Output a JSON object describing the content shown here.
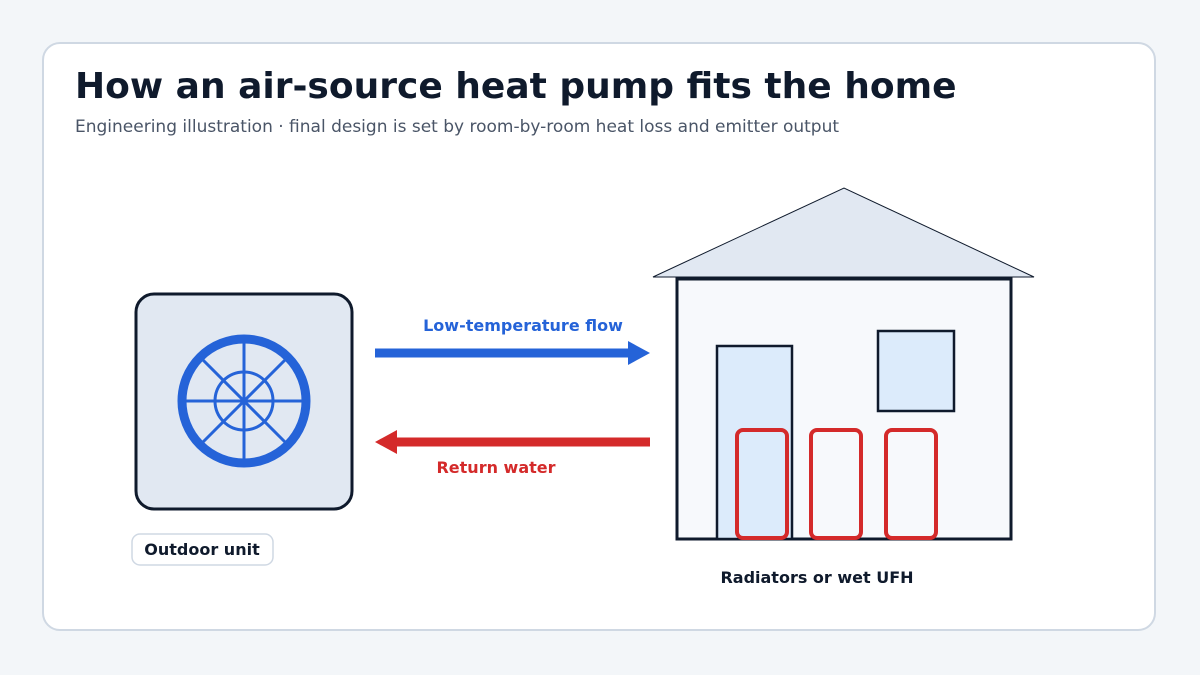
{
  "header": {
    "title": "How an air-source heat pump fits the home",
    "subtitle": "Engineering illustration · final design is set by room-by-room heat loss and emitter output"
  },
  "diagram": {
    "outdoor_unit_label": "Outdoor unit",
    "flow_label": "Low-temperature flow",
    "return_label": "Return water",
    "emitters_label": "Radiators or wet UFH"
  },
  "colors": {
    "flow": "#2563d8",
    "return": "#d42a2a",
    "outline": "#0f1a2c",
    "unit_fill": "#e1e8f2",
    "roof_fill": "#e1e8f2",
    "house_fill": "#f7f9fc",
    "glass_fill": "#dcebfb"
  },
  "icons": {
    "fan": "fan-icon",
    "house": "house-icon",
    "radiator": "radiator-icon"
  }
}
